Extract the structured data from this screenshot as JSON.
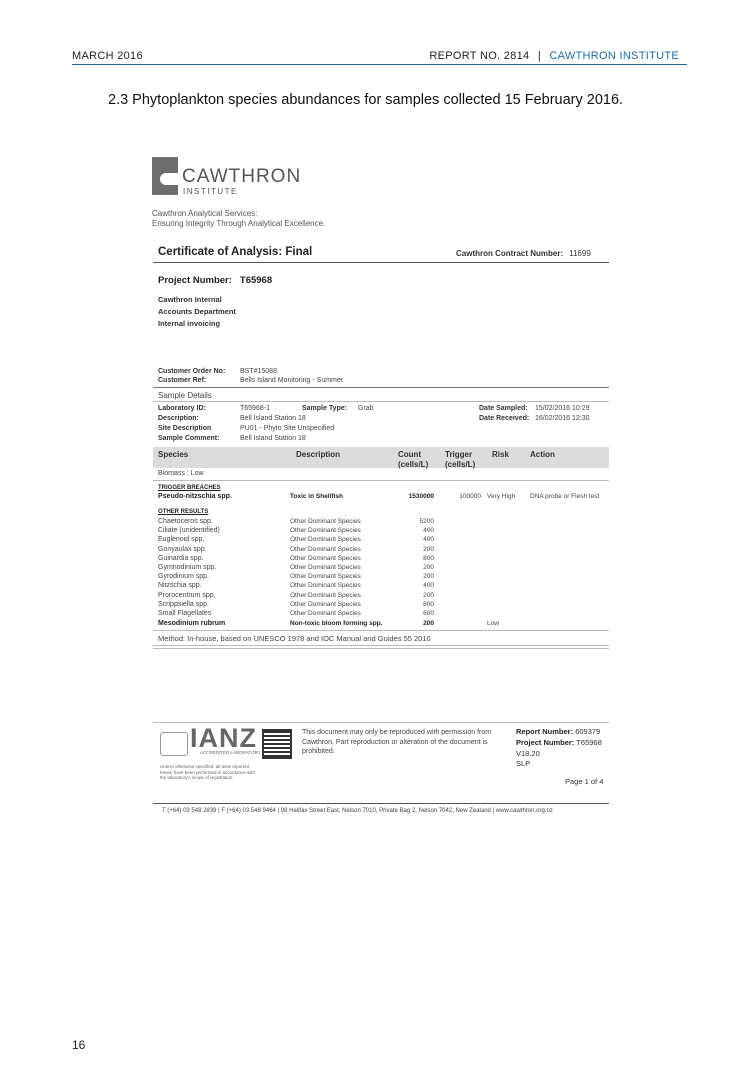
{
  "page_header": {
    "date": "MARCH 2016",
    "report": "REPORT NO. 2814",
    "separator": "|",
    "institute": "CAWTHRON INSTITUTE"
  },
  "section_title": "2.3 Phytoplankton species abundances for samples collected 15 February 2016.",
  "certificate": {
    "logo_name": "CAWTHRON",
    "logo_sub": "INSTITUTE",
    "tagline1": "Cawthron Analytical Services:",
    "tagline2": "Ensuring Integrity Through Analytical Excellence.",
    "title": "Certificate of  Analysis:  Final",
    "contract_label": "Cawthron Contract Number:",
    "contract_number": "11699",
    "project_label": "Project Number:",
    "project_number": "T65968",
    "address": [
      "Cawthron Internal",
      "Accounts Department",
      "Internal invoicing"
    ],
    "customer_order_label": "Customer Order No:",
    "customer_order": "BST#15088",
    "customer_ref_label": "Customer Ref:",
    "customer_ref": "Bells Island Monitoring - Summer",
    "sample_details": "Sample Details",
    "lab_id_label": "Laboratory ID:",
    "lab_id": "T65968-1",
    "sample_type_label": "Sample Type:",
    "sample_type": "Grab",
    "date_sampled_label": "Date Sampled:",
    "date_sampled": "15/02/2016  10:29",
    "description_label": "Description:",
    "description": "Bell Island Station 18",
    "date_received_label": "Date Received:",
    "date_received": "16/02/2016  12:30",
    "site_label": "Site Description",
    "site": "PU01 - Phyto Site Unspecified",
    "comment_label": "Sample Comment:",
    "comment": "Bell Island Station 18",
    "table_headers": {
      "species": "Species",
      "description": "Description",
      "count": "Count (cells/L)",
      "trigger": "Trigger (cells/L)",
      "risk": "Risk",
      "action": "Action"
    },
    "biomass": "Biomass : Low",
    "trigger_breaches_label": "TRIGGER BREACHES",
    "trigger_breach": {
      "species": "Pseudo-nitzschia spp.",
      "description": "Toxic in Shellfish",
      "count": "1530000",
      "trigger": "100000",
      "risk": "Very High",
      "action": "DNA probe or Flesh test"
    },
    "other_results_label": "OTHER RESULTS",
    "other_results": [
      {
        "species": "Chaetoceros spp.",
        "description": "Other Dominant Species",
        "count": "5200"
      },
      {
        "species": "Ciliate (unidentified)",
        "description": "Other Dominant Species",
        "count": "400"
      },
      {
        "species": "Euglenoid spp.",
        "description": "Other Dominant Species",
        "count": "400"
      },
      {
        "species": "Gonyaulax spp.",
        "description": "Other Dominant Species",
        "count": "200"
      },
      {
        "species": "Guinardia spp.",
        "description": "Other Dominant Species",
        "count": "800"
      },
      {
        "species": "Gymnodinium spp.",
        "description": "Other Dominant Species",
        "count": "200"
      },
      {
        "species": "Gyrodinium spp.",
        "description": "Other Dominant Species",
        "count": "200"
      },
      {
        "species": "Nitzschia spp.",
        "description": "Other Dominant Species",
        "count": "400"
      },
      {
        "species": "Prorocentrum spp.",
        "description": "Other Dominant Species",
        "count": "200"
      },
      {
        "species": "Scrippsiella spp.",
        "description": "Other Dominant Species",
        "count": "800"
      },
      {
        "species": "Small Flagellates",
        "description": "Other Dominant Species",
        "count": "600"
      }
    ],
    "final_row": {
      "species": "Mesodinium rubrum",
      "description": "Non-toxic bloom forming spp.",
      "count": "200",
      "risk": "Low"
    },
    "method": "Method: In-house, based on UNESCO 1978 and IOC Manual and Guides 55 2010",
    "ianz": "IANZ",
    "ianz_sub": "ACCREDITED LABORATORY",
    "accreditation_note": "Unless otherwise specified, all tests reported herein have been performed in accordance with the laboratory's scope of registration.",
    "permission": "This document may only be reproduced with permission from Cawthron. Part reproduction or alteration of the document is prohibited.",
    "report_number_label": "Report Number:",
    "report_number": "609379",
    "project_number_label": "Project Number:",
    "project_number2": "T65968",
    "version": "V18.20",
    "initials": "SLP",
    "page_of": "Page 1 of 4",
    "contact": "T (+64) 03 548 2839 | F (+64) 03 548 9464 | 98 Halifax Street East, Nelson 7010, Private Bag 2, Nelson 7042, New Zealand | www.cawthron.org.nz"
  },
  "page_number": "16"
}
